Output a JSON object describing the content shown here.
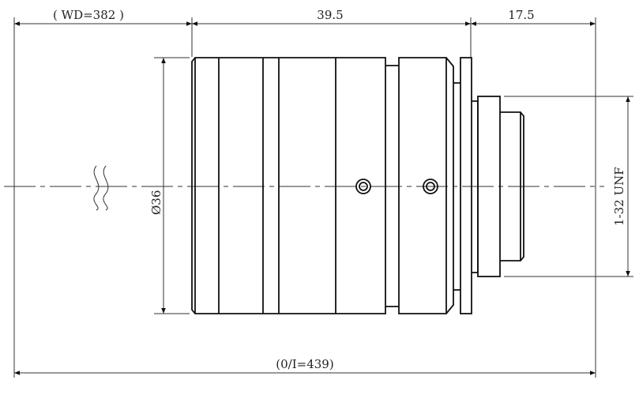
{
  "drawing": {
    "working_distance_label": "( WD=382 )",
    "body_length_label": "39.5",
    "back_length_label": "17.5",
    "diameter_label": "Ø36",
    "mount_thread_label": "1-32 UNF",
    "object_to_image_label": "(0/I=439)"
  },
  "colors": {
    "line": "#111111",
    "background": "#ffffff"
  }
}
